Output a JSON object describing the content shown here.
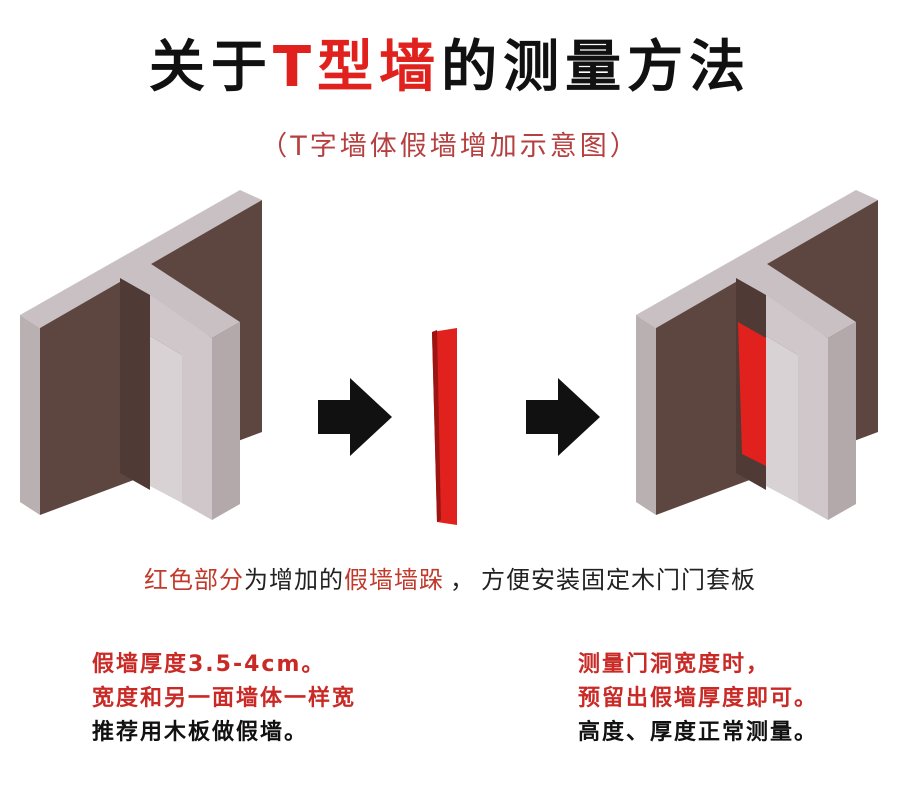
{
  "title": {
    "part1": "关于",
    "highlight": "T型墙",
    "part2": "的测量方法"
  },
  "subtitle": {
    "open": "（",
    "text": "T字墙体假墙增加示意图",
    "close": "）"
  },
  "caption": {
    "red": "红色部分",
    "mid": "为增加的",
    "red2": "假墙墙跺",
    "comma": "，",
    "rest": "方便安装固定木门门套板"
  },
  "note_left": {
    "line1": "假墙厚度3.5-4cm。",
    "line2": "宽度和另一面墙体一样宽",
    "line3": "推荐用木板做假墙。"
  },
  "note_right": {
    "line1": "测量门洞宽度时，",
    "line2": "预留出假墙厚度即可。",
    "line3": "高度、厚度正常测量。"
  },
  "colors": {
    "wall_face": "#5e4640",
    "wall_edge": "#c8c0c2",
    "wall_side": "#a89ea0",
    "accent_red": "#e0211d"
  }
}
